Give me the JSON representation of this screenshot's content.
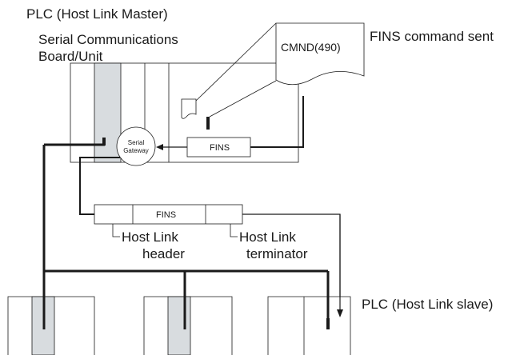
{
  "labels": {
    "plc_master": "PLC (Host Link Master)",
    "board_unit_line1": "Serial Communications",
    "board_unit_line2": "Board/Unit",
    "cmnd": "CMND(490)",
    "fins_command_sent": "FINS command sent",
    "serial_gateway_line1": "Serial",
    "serial_gateway_line2": "Gateway",
    "fins_internal": "FINS",
    "fins_frame": "FINS",
    "host_link_header_line1": "Host Link",
    "host_link_header_line2": "header",
    "host_link_terminator_line1": "Host Link",
    "host_link_terminator_line2": "terminator",
    "plc_slave": "PLC (Host Link slave)"
  },
  "colors": {
    "line": "#1a1a1a",
    "board_fill": "#d8dcdf",
    "plc_fill": "#ffffff"
  }
}
